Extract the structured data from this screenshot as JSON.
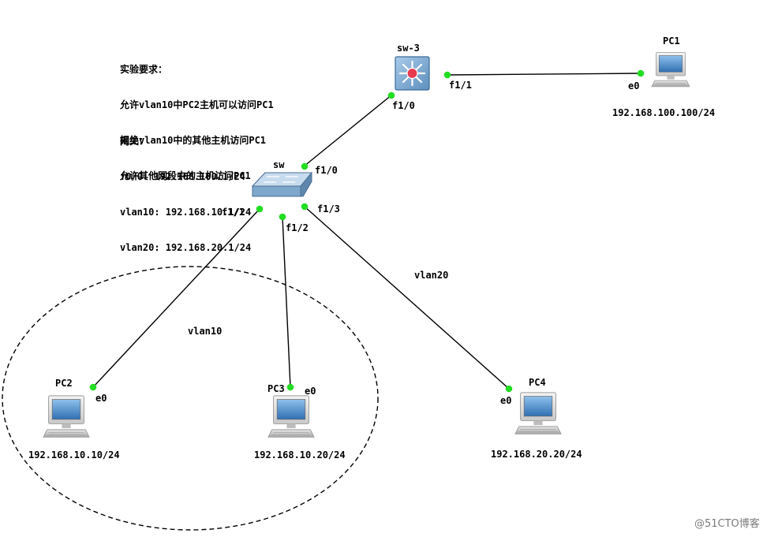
{
  "requirements": {
    "title": "实验要求：",
    "lines": [
      "允许vlan10中PC2主机可以访问PC1",
      "拒绝vlan10中的其他主机访问PC1",
      "允许其他网段中的主机访问PC1"
    ]
  },
  "gateway": {
    "title": "网关：",
    "lines": [
      "f0/0: 192.168.100.1/24",
      "vlan10: 192.168.10.1/24",
      "vlan20: 192.168.20.1/24"
    ]
  },
  "devices": {
    "sw3": {
      "name": "sw-3"
    },
    "sw": {
      "name": "sw"
    },
    "pc1": {
      "name": "PC1",
      "ip": "192.168.100.100/24",
      "port": "e0"
    },
    "pc2": {
      "name": "PC2",
      "ip": "192.168.10.10/24",
      "port": "e0"
    },
    "pc3": {
      "name": "PC3",
      "ip": "192.168.10.20/24",
      "port": "e0"
    },
    "pc4": {
      "name": "PC4",
      "ip": "192.168.20.20/24",
      "port": "e0"
    }
  },
  "ports": {
    "sw3_f1_0": "f1/0",
    "sw3_f1_1": "f1/1",
    "sw_f1_0": "f1/0",
    "sw_f1_1": "f1/1",
    "sw_f1_2": "f1/2",
    "sw_f1_3": "f1/3"
  },
  "zones": {
    "vlan10": "vlan10",
    "vlan20": "vlan20"
  },
  "watermark": "@51CTO博客",
  "colors": {
    "link": "#000000",
    "port_led": "#22dd22",
    "switch_blue": "#5a8fc0",
    "router_red": "#e03040"
  }
}
